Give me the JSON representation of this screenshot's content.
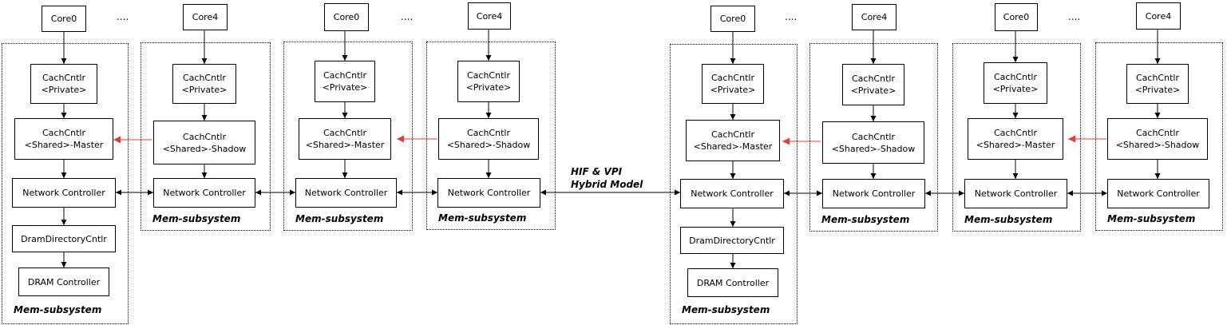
{
  "labels": {
    "core0": "Core0",
    "core4": "Core4",
    "ellipsis": "....",
    "cache_private": "CachCntlr\n<Private>",
    "cache_master": "CachCntlr\n<Shared>-Master",
    "cache_shadow": "CachCntlr\n<Shared>-Shadow",
    "network": "Network Controller",
    "dram_dir": "DramDirectoryCntlr",
    "dram": "DRAM Controller",
    "mem_subsystem": "Mem-subsystem",
    "bridge": "HIF & VPI\nHybrid Model"
  },
  "colors": {
    "line": "#000000",
    "sync_arrow": "#e8393a"
  }
}
